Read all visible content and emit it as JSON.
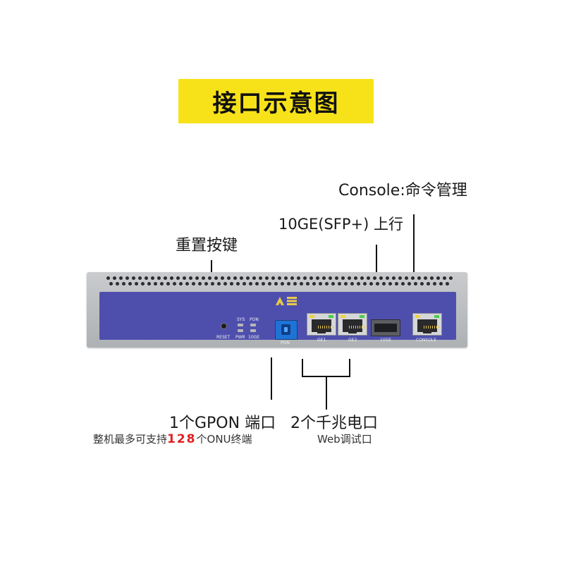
{
  "title": "接口示意图",
  "callouts": {
    "console": "Console:命令管理",
    "uplink": "10GE(SFP+) 上行",
    "reset": "重置按键",
    "gpon_main": "1个GPON 端口",
    "gpon_sub_prefix": "整机最多可支持",
    "gpon_sub_highlight": "128",
    "gpon_sub_suffix": "个ONU终端",
    "ge_main": "2个千兆电口",
    "ge_sub": "Web调试口"
  },
  "panel": {
    "sys": "SYS",
    "pon": "PON",
    "pwr": "PWR",
    "ten_ge": "10GE",
    "reset": "RESET",
    "pon_port": "PON",
    "ge1": "GE1",
    "ge2": "GE2",
    "sfp": "10GE",
    "console": "CONSOLE"
  },
  "colors": {
    "banner": "#f7e21a",
    "panel": "#4e4fad",
    "highlight": "#e02020",
    "pon_port": "#1f73d6"
  }
}
